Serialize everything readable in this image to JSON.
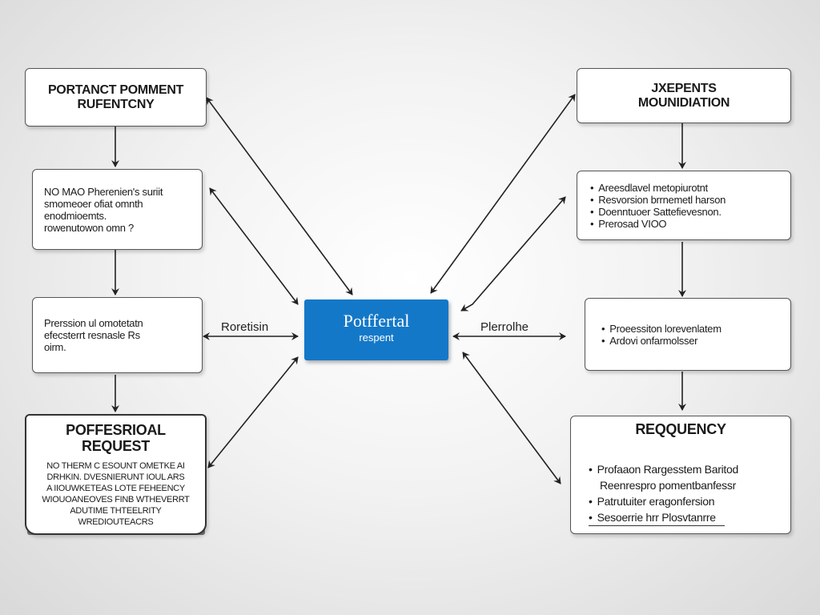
{
  "center": {
    "title": "Potffertal",
    "subtitle": "respent"
  },
  "edge_labels": {
    "left": "Roretisin",
    "right": "Plerrolhe"
  },
  "left_nodes": [
    {
      "title_lines": [
        "PORTANCT POMMENT",
        "RUFENTCNY"
      ]
    },
    {
      "lines": [
        "NO MAO Pherenien's suriit",
        "smomeoer ofiat omnth",
        "enodmioemts.",
        "rowenutowon omn ?"
      ]
    },
    {
      "lines": [
        "Prerssion ul omotetatn",
        "efecsterrt resnasle Rs",
        "oirm."
      ]
    },
    {
      "title_lines": [
        "POFFESRIOAL",
        "REQUEST"
      ],
      "lines": [
        "NO THERM C ESOUNT OMETKE AI",
        "DRHKIN. DVESNIERUNT IOUL ARS",
        "A IIOUWKETEAS LOTE FEHEENCY",
        "WIOUOANEOVES FINB WTHEVERRT",
        "ADUTIME THTEELRITY",
        "WREDIOUTEACRS"
      ]
    }
  ],
  "right_nodes": [
    {
      "title_lines": [
        "JXEPENTS",
        "MOUNIDIATION"
      ]
    },
    {
      "bullets": [
        "Areesdlavel metopiurotnt",
        "Resvorsion brrnemetl harson",
        "Doenntuoer Sattefievesnon.",
        "Prerosad VIOO"
      ]
    },
    {
      "bullets": [
        "Proeessiton lorevenlatem",
        "Ardovi onfarmolsser"
      ]
    },
    {
      "title_lines": [
        "REQQUENCY"
      ],
      "bullets": [
        "Profaaon Rargesstem Baritod",
        "Reenrespro pomentbanfessr",
        "Patrutuiter eragonfersion",
        "Sesoerrie hrr Plosvtanrre"
      ]
    }
  ],
  "colors": {
    "accent": "#1478c8",
    "arrow": "#222222",
    "box_border": "#555555"
  }
}
